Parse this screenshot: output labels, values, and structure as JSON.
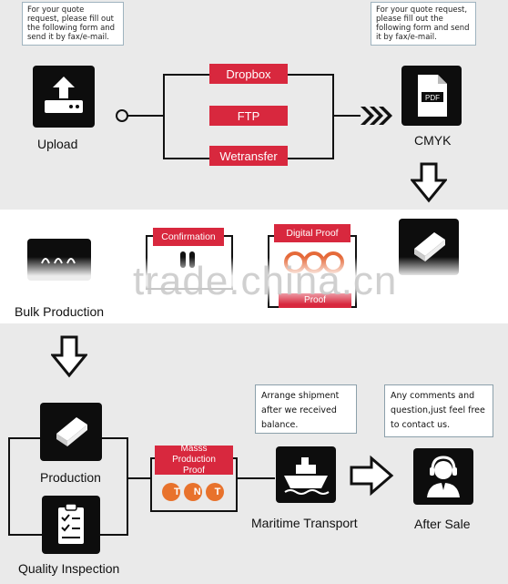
{
  "top_notes": {
    "left": "For your quote request, please fill out the following form and send it by fax/e-mail.",
    "right": "For your quote request, please fill out the following form and send it by fax/e-mail."
  },
  "upload": {
    "label": "Upload"
  },
  "cmyk": {
    "label": "CMYK",
    "pdf_text": "PDF"
  },
  "transfer_options": [
    "Dropbox",
    "FTP",
    "Wetransfer"
  ],
  "middle": {
    "confirmation": "Confirmation",
    "digital_proof": "Digital Proof",
    "proof": "Proof",
    "bulk_production": "Bulk Production",
    "watermark": "trade.china.cn"
  },
  "bottom": {
    "production": "Production",
    "quality_inspection": "Quality Inspection",
    "mass_production_proof": "Masss Production Proof",
    "tnt_text": "TNT",
    "maritime_transport": "Maritime Transport",
    "after_sale": "After Sale",
    "shipment_note": "Arrange shipment after we received balance.",
    "comments_note": "Any comments and question,just feel free to contact us."
  },
  "colors": {
    "accent_red": "#d8283e",
    "band_gray": "#eaeaea",
    "icon_black": "#0d0d0d"
  }
}
